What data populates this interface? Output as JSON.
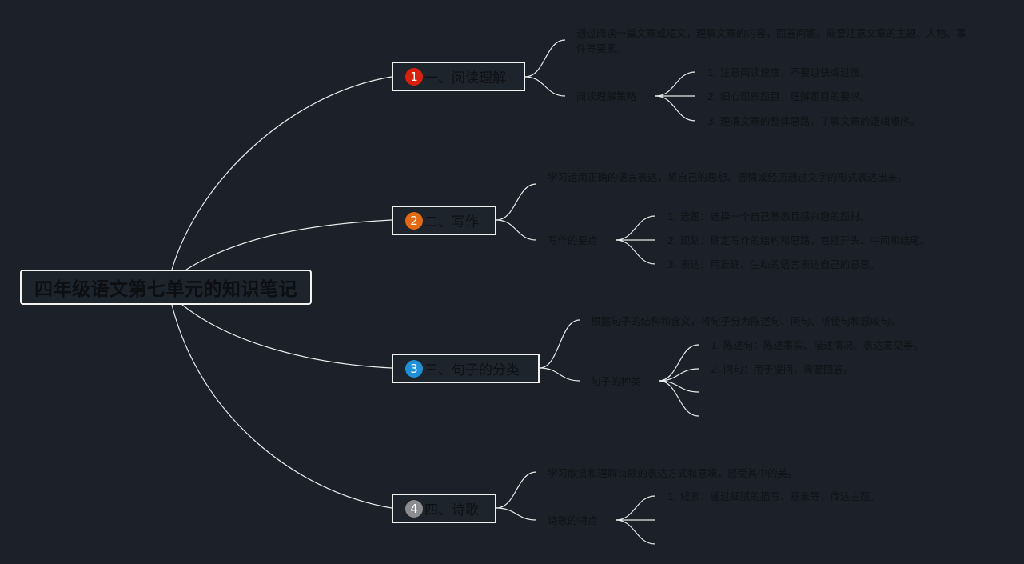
{
  "title": "四年级语文第七单元的知识笔记",
  "colors": {
    "background": "#1c2129",
    "line": "#e8eaec",
    "text": "#0f1216",
    "badge_1": "#d9200f",
    "badge_2": "#e26a12",
    "badge_3": "#1f8fd6",
    "badge_4": "#8a8c90"
  },
  "branches": [
    {
      "number": "1",
      "label": "一、阅读理解",
      "description": "通过阅读一篇文章或短文，理解文章的内容，回答问题。需要注意文章的主题、人物、事件等要素。",
      "sub_label": "阅读理解策略",
      "items": [
        "1. 注意阅读速度，不要过快或过慢。",
        "2. 细心观察题目，理解题目的要求。",
        "3. 理清文章的整体思路，了解文章的逻辑顺序。"
      ]
    },
    {
      "number": "2",
      "label": "二、写作",
      "description": "学习运用正确的语言表达，将自己的思想、感情或经历通过文字的形式表达出来。",
      "sub_label": "写作的要点",
      "items": [
        "1. 选题：选择一个自己熟悉且感兴趣的题材。",
        "2. 规划：确定写作的结构和思路，包括开头、中间和结尾。",
        "3. 表达：用准确、生动的语言表达自己的意思。"
      ]
    },
    {
      "number": "3",
      "label": "三、句子的分类",
      "description": "根据句子的结构和含义，将句子分为陈述句、问句、祈使句和感叹句。",
      "sub_label": "句子的种类",
      "items": [
        "1. 陈述句：陈述事实、描述情况、表达意见等。",
        "2. 问句：用于提问，需要回答。",
        "",
        ""
      ]
    },
    {
      "number": "4",
      "label": "四、诗歌",
      "description": "学习欣赏和理解诗歌的表达方式和意境，感受其中的美。",
      "sub_label": "诗歌的特点",
      "items": [
        "1. 线索：通过细腻的描写、意象等，传达主题。",
        "",
        ""
      ]
    }
  ]
}
